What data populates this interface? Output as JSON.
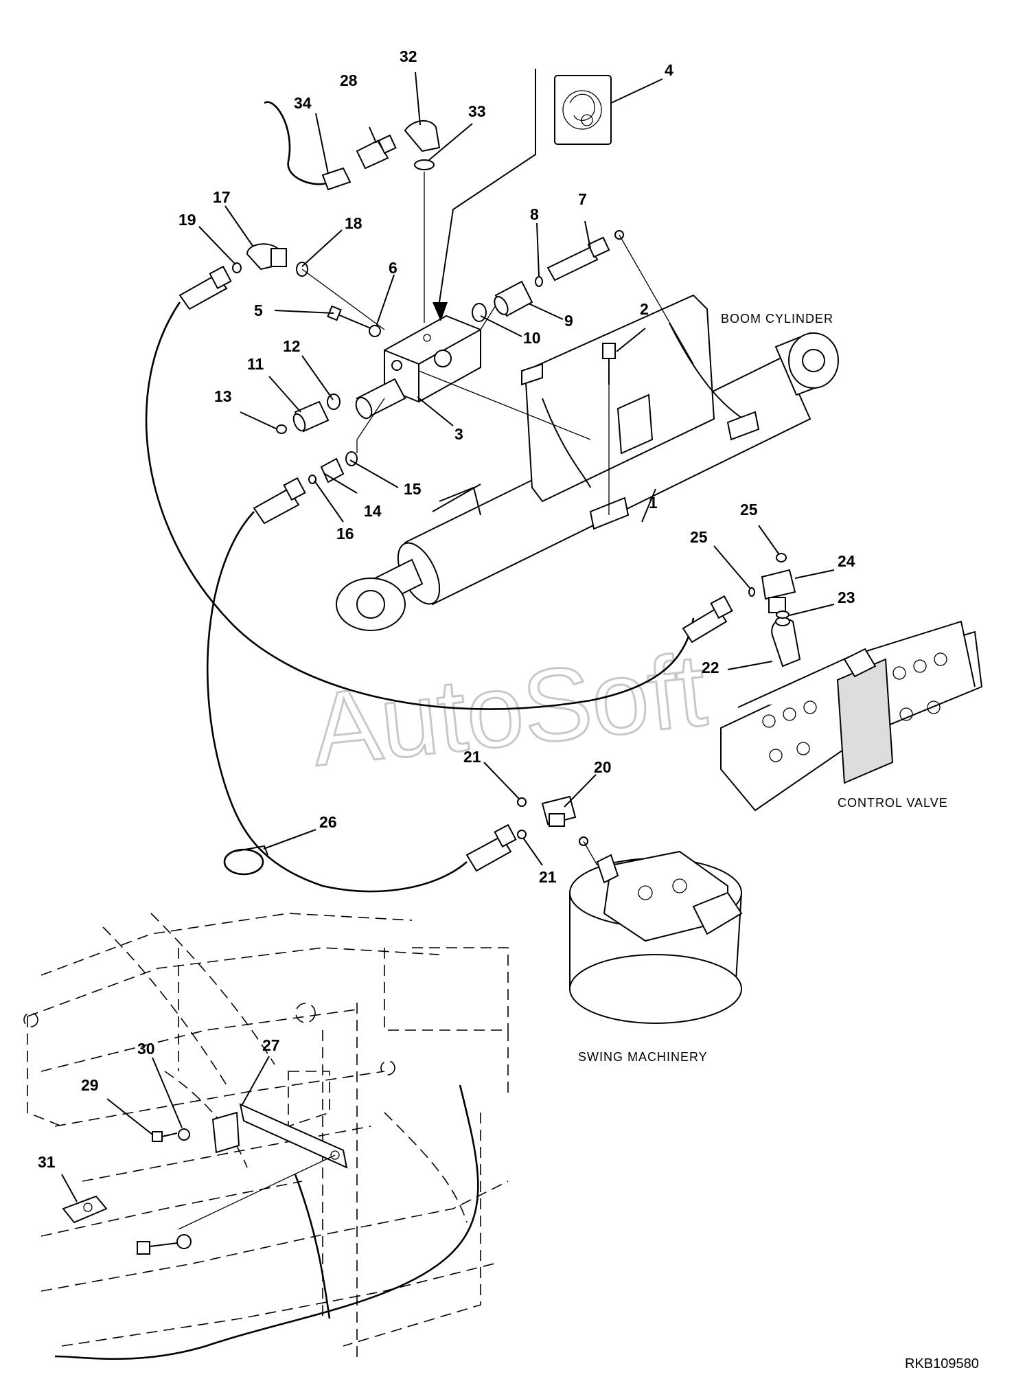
{
  "diagram": {
    "callouts": [
      {
        "id": "c1",
        "text": "1"
      },
      {
        "id": "c2",
        "text": "2"
      },
      {
        "id": "c3",
        "text": "3"
      },
      {
        "id": "c4",
        "text": "4"
      },
      {
        "id": "c5",
        "text": "5"
      },
      {
        "id": "c6",
        "text": "6"
      },
      {
        "id": "c7",
        "text": "7"
      },
      {
        "id": "c8",
        "text": "8"
      },
      {
        "id": "c9",
        "text": "9"
      },
      {
        "id": "c10",
        "text": "10"
      },
      {
        "id": "c11",
        "text": "11"
      },
      {
        "id": "c12",
        "text": "12"
      },
      {
        "id": "c13",
        "text": "13"
      },
      {
        "id": "c14",
        "text": "14"
      },
      {
        "id": "c15",
        "text": "15"
      },
      {
        "id": "c16",
        "text": "16"
      },
      {
        "id": "c17",
        "text": "17"
      },
      {
        "id": "c18",
        "text": "18"
      },
      {
        "id": "c19",
        "text": "19"
      },
      {
        "id": "c20",
        "text": "20"
      },
      {
        "id": "c21a",
        "text": "21"
      },
      {
        "id": "c21b",
        "text": "21"
      },
      {
        "id": "c22",
        "text": "22"
      },
      {
        "id": "c23",
        "text": "23"
      },
      {
        "id": "c24",
        "text": "24"
      },
      {
        "id": "c25a",
        "text": "25"
      },
      {
        "id": "c25b",
        "text": "25"
      },
      {
        "id": "c26",
        "text": "26"
      },
      {
        "id": "c27",
        "text": "27"
      },
      {
        "id": "c28",
        "text": "28"
      },
      {
        "id": "c29",
        "text": "29"
      },
      {
        "id": "c30",
        "text": "30"
      },
      {
        "id": "c31",
        "text": "31"
      },
      {
        "id": "c32",
        "text": "32"
      },
      {
        "id": "c33",
        "text": "33"
      },
      {
        "id": "c34",
        "text": "34"
      }
    ],
    "captions": {
      "boom_cylinder": "BOOM CYLINDER",
      "control_valve": "CONTROL VALVE",
      "swing_machinery": "SWING MACHINERY"
    },
    "document_number": "RKB109580",
    "watermark": "AutoSoft"
  }
}
